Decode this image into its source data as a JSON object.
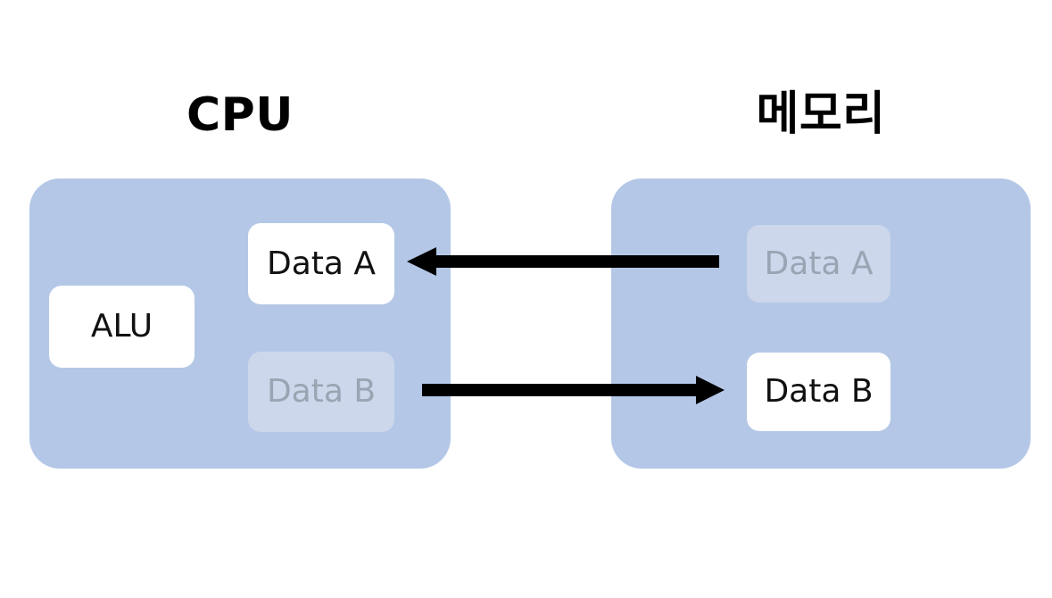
{
  "diagram": {
    "title_cpu": "CPU",
    "title_memory": "메모리",
    "background_color": "#ffffff",
    "panel_color": "#b4c7e7",
    "block_active_color": "#ffffff",
    "block_faded_color": "#ccd7ec",
    "text_active_color": "#111111",
    "text_faded_color": "#9aa4b2",
    "arrow_color": "#000000"
  },
  "cpu_panel": {
    "label": "CPU",
    "blocks": [
      {
        "label": "ALU",
        "state": "active"
      },
      {
        "label": "Data A",
        "state": "active"
      },
      {
        "label": "Data B",
        "state": "faded"
      }
    ]
  },
  "memory_panel": {
    "label": "메모리",
    "blocks": [
      {
        "label": "Data A",
        "state": "faded"
      },
      {
        "label": "Data B",
        "state": "active"
      }
    ]
  },
  "arrows": [
    {
      "name": "load-data-a",
      "direction": "memory-to-cpu",
      "points": "left",
      "from": "memory Data A",
      "to": "CPU Data A"
    },
    {
      "name": "store-data-b",
      "direction": "cpu-to-memory",
      "points": "right",
      "from": "CPU Data B",
      "to": "memory Data B"
    }
  ]
}
